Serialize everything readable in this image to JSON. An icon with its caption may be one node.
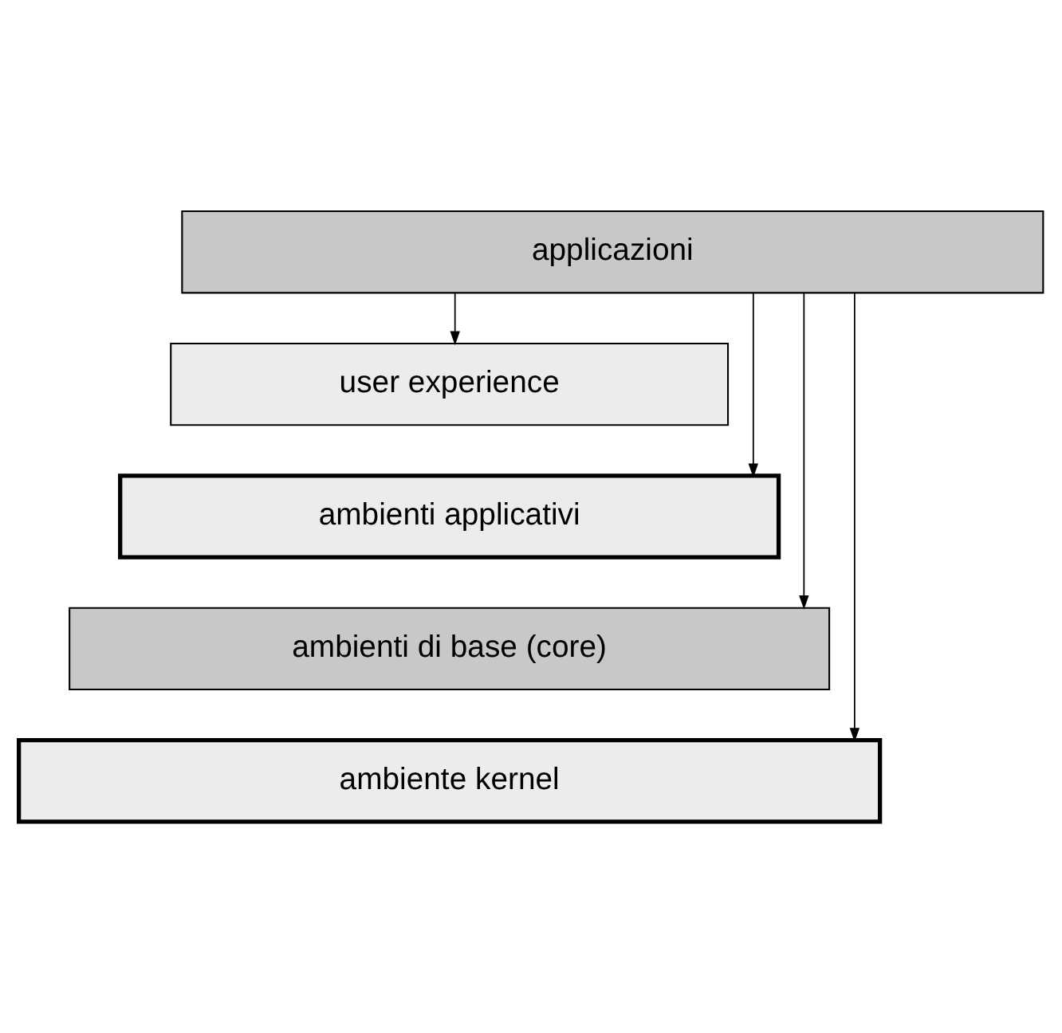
{
  "diagram": {
    "nodes": [
      {
        "text": [
          "applicazioni"
        ]
      },
      {
        "text": [
          "user experience"
        ]
      },
      {
        "text": [
          "ambienti applicativi"
        ]
      },
      {
        "text": [
          "ambienti di base (core)"
        ]
      },
      {
        "text": [
          "ambiente kernel"
        ]
      }
    ],
    "edges": [
      {
        "from": 0,
        "to": 1,
        "arrow": "to"
      },
      {
        "from": 0,
        "to": 2,
        "arrow": "to"
      },
      {
        "from": 0,
        "to": 3,
        "arrow": "to"
      },
      {
        "from": 0,
        "to": 4,
        "arrow": "to"
      }
    ]
  }
}
